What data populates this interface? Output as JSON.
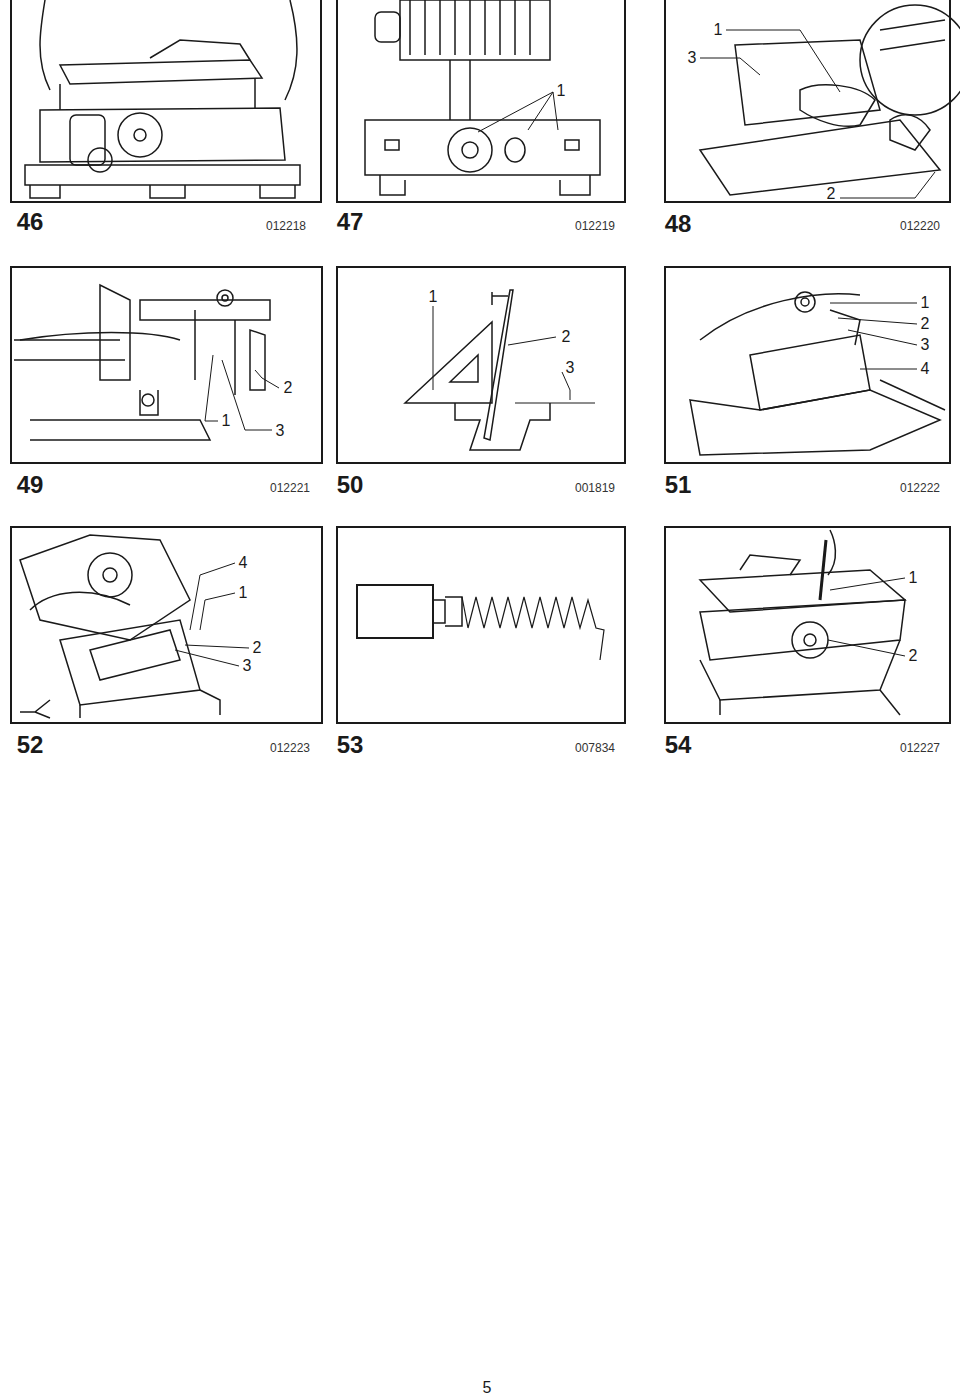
{
  "diagram": {
    "labels": [
      "46",
      "012218",
      "1",
      "47",
      "012219",
      "1",
      "3",
      "2",
      "48",
      "012220",
      "2",
      "1",
      "3",
      "49",
      "012221",
      "1",
      "2",
      "3",
      "50",
      "001819",
      "1",
      "2",
      "3",
      "4",
      "51",
      "012222",
      "4",
      "1",
      "2",
      "3",
      "52",
      "012223",
      "53",
      "007834",
      "1",
      "2",
      "54",
      "012227",
      "5"
    ]
  }
}
